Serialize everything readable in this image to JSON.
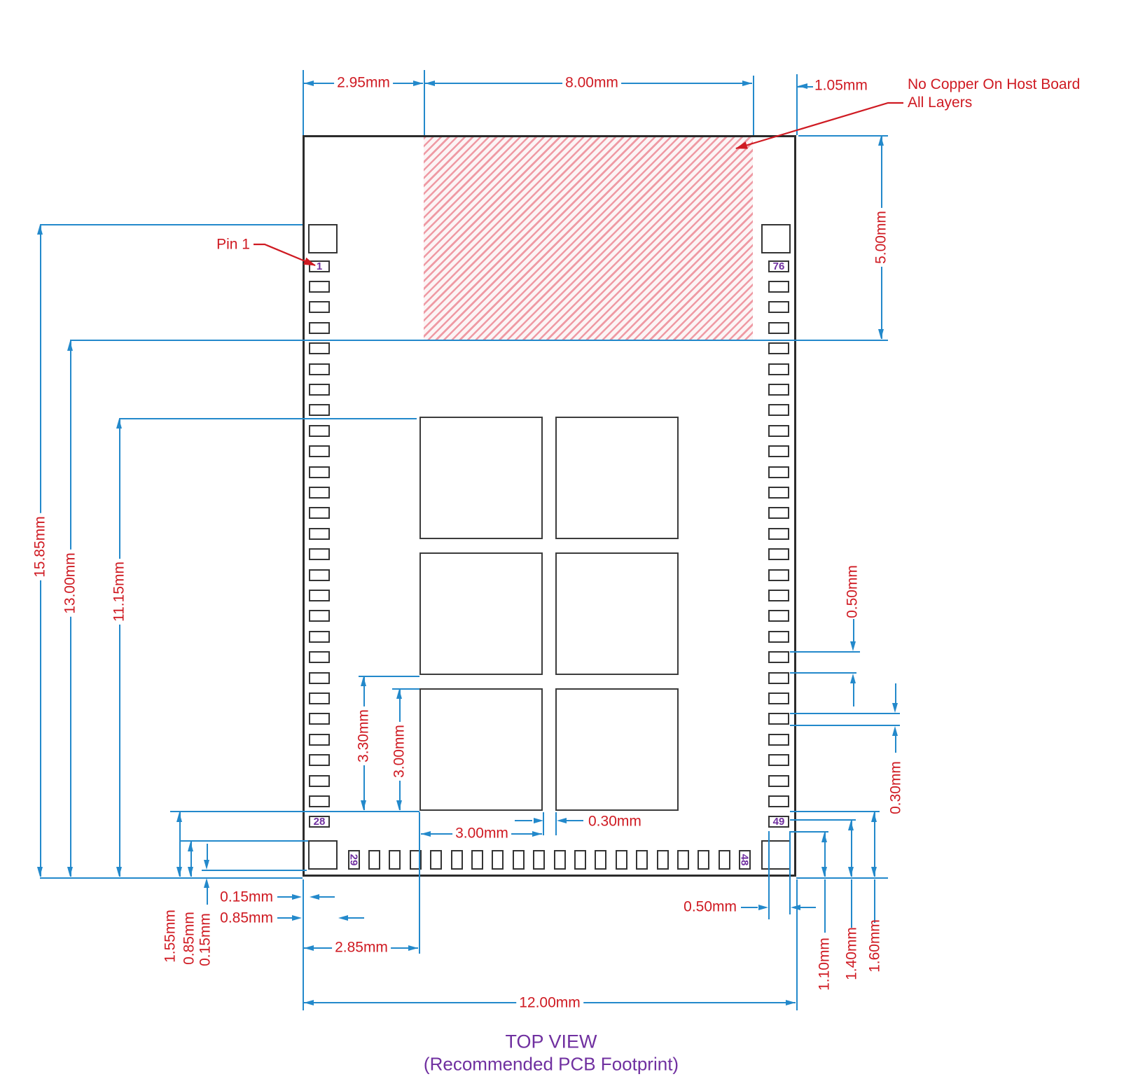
{
  "title": {
    "line1": "TOP VIEW",
    "line2": "(Recommended PCB Footprint)"
  },
  "notes": {
    "no_copper_line1": "No Copper On Host Board",
    "no_copper_line2": "All Layers",
    "pin1_label": "Pin 1"
  },
  "dims": {
    "left_to_keepout": "2.95mm",
    "keepout_width": "8.00mm",
    "keepout_right": "1.05mm",
    "keepout_height": "5.00mm",
    "outline_height_total": "15.85mm",
    "outline_height_13": "13.00mm",
    "outline_height_11": "11.15mm",
    "thermal_pitch_v": "3.30mm",
    "thermal_height": "3.00mm",
    "thermal_width": "3.00mm",
    "thermal_gap": "0.30mm",
    "pin_pitch": "0.50mm",
    "pin_height": "0.30mm",
    "pin_width": "0.50mm",
    "edge_inset": "0.15mm",
    "corner_pad_extent": "0.85mm",
    "thermal_left_offset": "2.85mm",
    "body_width": "12.00mm",
    "stagger_1_55": "1.55mm",
    "stagger_0_85": "0.85mm",
    "stagger_0_15": "0.15mm",
    "right_1_10": "1.10mm",
    "right_1_40": "1.40mm",
    "right_1_60": "1.60mm"
  },
  "pins": {
    "left": {
      "count": 28,
      "labels": {
        "0": "1",
        "27": "28"
      }
    },
    "right": {
      "count": 28,
      "labels": {
        "0": "76",
        "27": "49"
      }
    },
    "bottom": {
      "count": 20,
      "labels": {
        "0": "29",
        "19": "48"
      }
    }
  },
  "colors": {
    "dimension_blue": "#2389cb",
    "annotation_red": "#cf1a22",
    "pin_label_purple": "#7030a0",
    "outline_dark": "#2b2b2b",
    "hatch_stripe": "#ef9aa4"
  }
}
